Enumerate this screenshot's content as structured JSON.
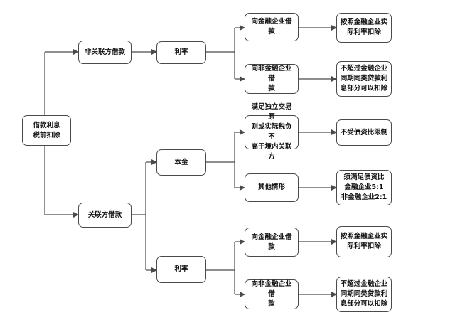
{
  "nodes": {
    "root": "借款利息\n税前扣除",
    "non_related": "非关联方借款",
    "related": "关联方借款",
    "rate_top": "利率",
    "principal": "本金",
    "rate_bottom": "利率",
    "to_fin_1": "向金融企业借款",
    "to_nonfin_1": "向非金融企业借\n款",
    "arm_length": "满足独立交易原\n则或实际税负不\n高于境内关联方",
    "other": "其他情形",
    "to_fin_2": "向金融企业借款",
    "to_nonfin_2": "向非金融企业借\n款",
    "result_actual_1": "按照金融企业实\n际利率扣除",
    "result_cap_1": "不超过金融企业\n同期同类贷款利\n息部分可以扣除",
    "result_no_limit": "不受债资比限制",
    "result_ratio": "须满足债资比\n金融企业5:1\n非金融企业2:1",
    "result_actual_2": "按照金融企业实\n际利率扣除",
    "result_cap_2": "不超过金融企业\n同期同类贷款利\n息部分可以扣除"
  },
  "colors": {
    "line": "#4a4a4a",
    "border": "#4a4a4a"
  }
}
